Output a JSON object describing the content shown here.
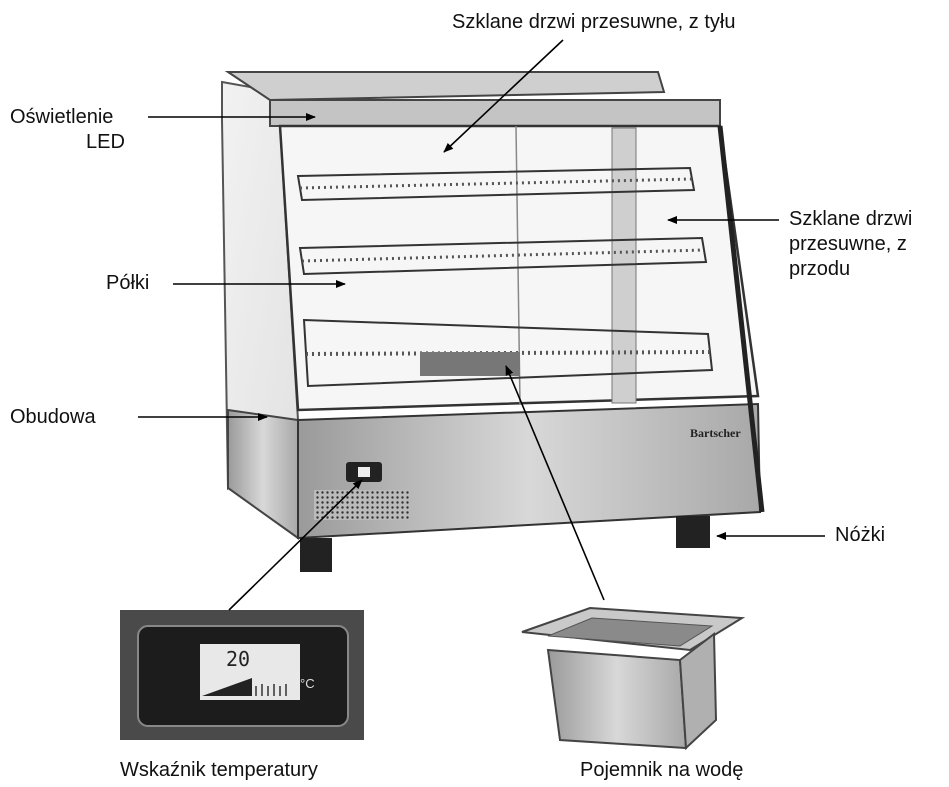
{
  "labels": {
    "rear_doors": "Szklane drzwi przesuwne, z tyłu",
    "led_line1": "Oświetlenie",
    "led_line2": "LED",
    "front_line1": "Szklane drzwi",
    "front_line2": "przesuwne, z",
    "front_line3": "przodu",
    "shelves": "Półki",
    "housing": "Obudowa",
    "feet": "Nóżki",
    "thermometer": "Wskaźnik temperatury",
    "water_container": "Pojemnik na wodę"
  },
  "brand": "Bartscher",
  "thermometer_reading": "20",
  "thermometer_unit": "°C"
}
